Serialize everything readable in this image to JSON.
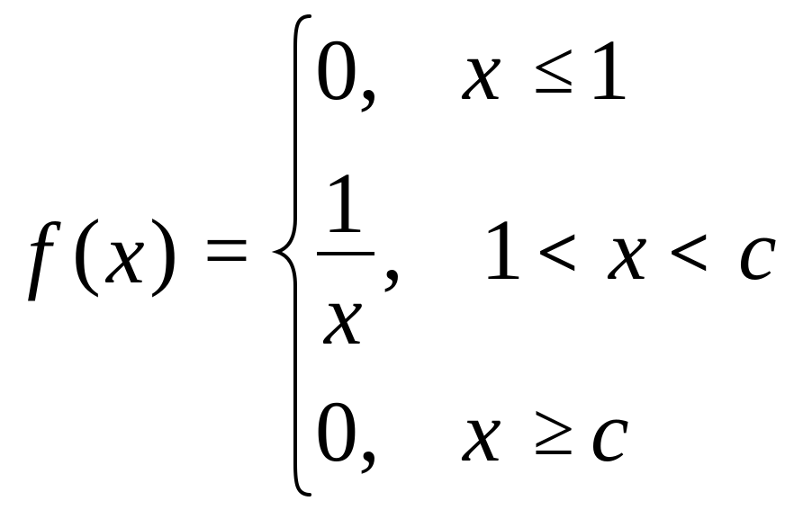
{
  "formula": {
    "lhs": {
      "function_name": "f",
      "open_paren": "(",
      "variable": "x",
      "close_paren": ")",
      "equals": "="
    },
    "cases": [
      {
        "value": "0",
        "comma": ",",
        "condition": {
          "var": "x",
          "op": "≤",
          "bound": "1"
        }
      },
      {
        "numerator": "1",
        "denominator": "x",
        "comma": ",",
        "condition": {
          "lower": "1",
          "op1": "<",
          "var": "x",
          "op2": "<",
          "upper": "c"
        }
      },
      {
        "value": "0",
        "comma": ",",
        "condition": {
          "var": "x",
          "op": "≥",
          "bound": "c"
        }
      }
    ]
  }
}
